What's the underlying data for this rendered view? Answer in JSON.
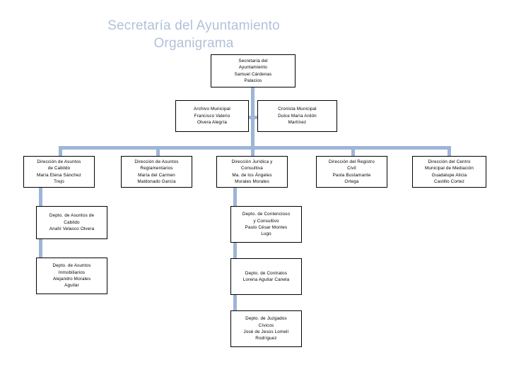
{
  "title": {
    "line1": "Secretaría del Ayuntamiento",
    "line2": "Organigrama",
    "full": "Secretaría del Ayuntamiento\nOrganigrama"
  },
  "colors": {
    "title_text": "#b3c0db",
    "connector": "#9db5d6",
    "box_border": "#000000",
    "box_fill": "#ffffff",
    "text": "#000000"
  },
  "chart_data": {
    "type": "diagram",
    "subtype": "organization-chart",
    "title": "Secretaría del Ayuntamiento Organigrama",
    "orientation": "top-down",
    "levels": 4,
    "node_count": 14,
    "nodes": [
      {
        "id": "root",
        "level": 0,
        "role": "Secretaría del Ayuntamiento",
        "person": "Samuel Cárdenas Palacios",
        "text": "Secretaría del\nAyuntamiento\nSamuel Cárdenas\nPalacios",
        "parent": null
      },
      {
        "id": "archivo",
        "level": 1,
        "role": "Archivo Municipal",
        "person": "Francisco Valerio Olvera Alegría",
        "text": "Archivo Municipal\nFrancisco Valerio\nOlvera Alegría",
        "parent": "root"
      },
      {
        "id": "cronista",
        "level": 1,
        "role": "Cronista Municipal",
        "person": "Dulce María Ardón Martínez",
        "text": "Cronista Municipal\nDulce María Ardón\nMartínez",
        "parent": "root"
      },
      {
        "id": "dir-cabildo",
        "level": 2,
        "role": "Dirección de Asuntos de Cabildo",
        "person": "María Elena Sánchez Trejo",
        "text": "Dirección de Asuntos\nde Cabildo\nMaría Elena Sánchez\nTrejo",
        "parent": "root"
      },
      {
        "id": "dir-reglamentarios",
        "level": 2,
        "role": "Dirección de Asuntos Reglamentarios",
        "person": "María del Carmen Maldonado García",
        "text": "Dirección de Asuntos\nReglamentarios\nMaría del Carmen\nMaldonado García",
        "parent": "root"
      },
      {
        "id": "dir-juridica",
        "level": 2,
        "role": "Dirección Jurídica y Consultiva",
        "person": "Ma. de los Ángeles Morales Morales",
        "text": "Dirección Jurídica y\nConsultiva\nMa. de los Ángeles\nMorales Morales",
        "parent": "root"
      },
      {
        "id": "dir-registro",
        "level": 2,
        "role": "Dirección del Registro Civil",
        "person": "Paola Bustamante Ortega",
        "text": "Dirección del Registro\nCivil\nPaola Bustamante\nOrtega",
        "parent": "root"
      },
      {
        "id": "dir-mediacion",
        "level": 2,
        "role": "Dirección del Centro Municipal de Mediación",
        "person": "Guadalupe Alicia Castillo Cortez",
        "text": "Dirección del Centro\nMunicipal de Mediación\nGuadalupe Alicia\nCastillo Cortez",
        "parent": "root"
      },
      {
        "id": "depto-cabildo",
        "level": 3,
        "role": "Depto. de Asuntos de Cabildo",
        "person": "Anahí Velasco Olvera",
        "text": "Depto. de Asuntos de\nCabildo\nAnahí Velasco Olvera",
        "parent": "dir-cabildo"
      },
      {
        "id": "depto-inmobiliarios",
        "level": 3,
        "role": "Depto. de Asuntos Inmobiliarios",
        "person": "Alejandro Morales Aguilar",
        "text": "Depto. de Asuntos\nInmobiliarios\nAlejandro Morales\nAguilar",
        "parent": "dir-cabildo"
      },
      {
        "id": "depto-contencioso",
        "level": 3,
        "role": "Depto. de Contencioso y Consultivo",
        "person": "Paulo César Montes Lugo",
        "text": "Depto. de Contencioso\ny Consultivo\nPaulo César Montes\nLugo",
        "parent": "dir-juridica"
      },
      {
        "id": "depto-contratos",
        "level": 3,
        "role": "Depto. de Contratos",
        "person": "Lorena Aguilar Canela",
        "text": "Depto. de Contratos\nLorena Aguilar Canela",
        "parent": "dir-juridica"
      },
      {
        "id": "depto-juzgados",
        "level": 3,
        "role": "Depto. de Juzgados Cívicos",
        "person": "José de Jesús Lomelí Rodríguez",
        "text": "Depto. de Juzgados\nCívicos\nJosé de Jesús Lomelí\nRodríguez",
        "parent": "dir-juridica"
      }
    ]
  }
}
